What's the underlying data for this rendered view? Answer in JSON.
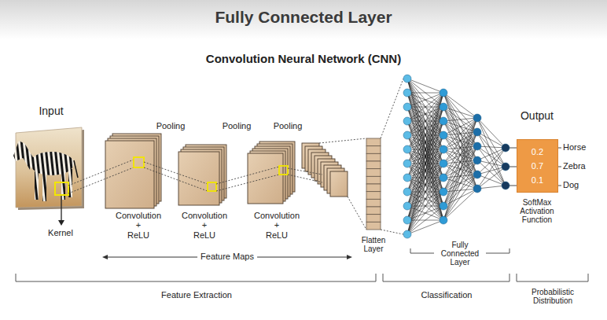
{
  "diagram": {
    "title": "Fully Connected Layer",
    "nodes": [
      {
        "text": [
          "0.2",
          "0.7",
          "0.1"
        ]
      }
    ],
    "labels": [
      "Convolution Neural Network (CNN)",
      "Input",
      "Kernel",
      "Pooling",
      "Pooling",
      "Pooling",
      "Convolution + ReLU",
      "Convolution + ReLU",
      "Convolution + ReLU",
      "Feature Maps",
      "Flatten Layer",
      "Fully Connected Layer",
      "Output",
      "Horse",
      "Zebra",
      "Dog",
      "SoftMax Activation Function",
      "Feature Extraction",
      "Classification",
      "Probabilistic Distribution"
    ]
  }
}
